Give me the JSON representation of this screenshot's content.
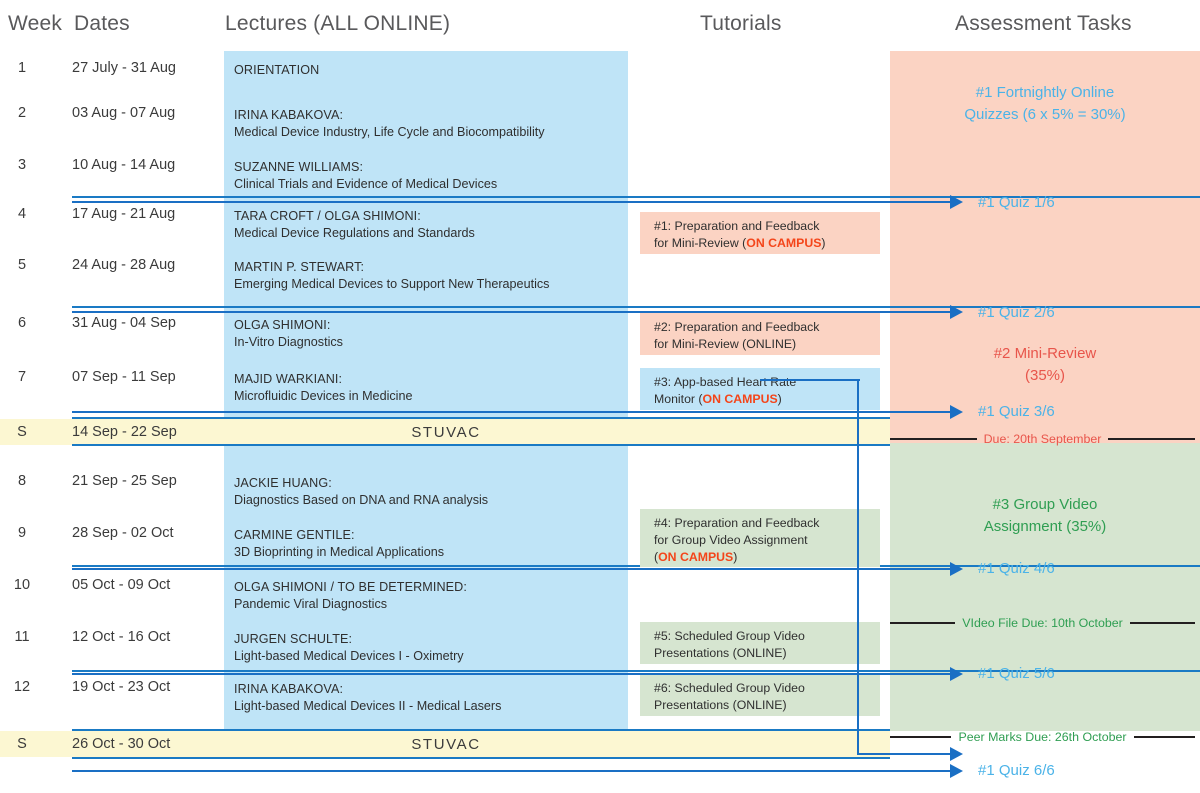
{
  "headers": {
    "week": "Week",
    "dates": "Dates",
    "lectures": "Lectures (ALL ONLINE)",
    "tutorials": "Tutorials",
    "assessment": "Assessment Tasks"
  },
  "rows": [
    {
      "week": "1",
      "dates": "27 July - 31 Aug",
      "lecturer": "ORIENTATION",
      "topic": ""
    },
    {
      "week": "2",
      "dates": "03 Aug - 07 Aug",
      "lecturer": "IRINA KABAKOVA:",
      "topic": "Medical Device Industry, Life Cycle and Biocompatibility"
    },
    {
      "week": "3",
      "dates": "10 Aug - 14 Aug",
      "lecturer": "SUZANNE WILLIAMS:",
      "topic": "Clinical Trials and Evidence of Medical Devices"
    },
    {
      "week": "4",
      "dates": "17 Aug - 21 Aug",
      "lecturer": "TARA CROFT / OLGA SHIMONI:",
      "topic": "Medical Device Regulations and Standards"
    },
    {
      "week": "5",
      "dates": "24 Aug - 28 Aug",
      "lecturer": "MARTIN P. STEWART:",
      "topic": "Emerging Medical Devices to Support New Therapeutics"
    },
    {
      "week": "6",
      "dates": "31 Aug - 04 Sep",
      "lecturer": "OLGA SHIMONI:",
      "topic": "In-Vitro Diagnostics"
    },
    {
      "week": "7",
      "dates": "07 Sep - 11 Sep",
      "lecturer": "MAJID WARKIANI:",
      "topic": "Microfluidic Devices in Medicine"
    },
    {
      "week": "S",
      "dates": "14 Sep - 22 Sep",
      "lecturer": "STUVAC",
      "topic": ""
    },
    {
      "week": "8",
      "dates": "21 Sep - 25 Sep",
      "lecturer": "JACKIE HUANG:",
      "topic": "Diagnostics Based on DNA and RNA analysis"
    },
    {
      "week": "9",
      "dates": "28 Sep - 02 Oct",
      "lecturer": "CARMINE GENTILE:",
      "topic": "3D Bioprinting in Medical Applications"
    },
    {
      "week": "10",
      "dates": "05 Oct - 09 Oct",
      "lecturer": "OLGA SHIMONI / TO BE DETERMINED:",
      "topic": "Pandemic Viral Diagnostics"
    },
    {
      "week": "11",
      "dates": "12 Oct - 16 Oct",
      "lecturer": "JURGEN SCHULTE:",
      "topic": "Light-based Medical Devices I - Oximetry"
    },
    {
      "week": "12",
      "dates": "19 Oct - 23 Oct",
      "lecturer": "IRINA KABAKOVA:",
      "topic": "Light-based Medical Devices II - Medical Lasers"
    },
    {
      "week": "S",
      "dates": "26 Oct - 30 Oct",
      "lecturer": "STUVAC",
      "topic": ""
    }
  ],
  "stuvac_label": "STUVAC",
  "tutorials": [
    {
      "id": "tut-1",
      "line1": "#1: Preparation and Feedback",
      "line2": "for Mini-Review (",
      "mode": "ON CAMPUS",
      "line3": ")",
      "line4": ""
    },
    {
      "id": "tut-2",
      "line1": "#2: Preparation and Feedback",
      "line2": "for Mini-Review (ONLINE)",
      "mode": "",
      "line3": "",
      "line4": ""
    },
    {
      "id": "tut-3",
      "line1": "#3: App-based Heart Rate",
      "line2": "Monitor (",
      "mode": "ON CAMPUS",
      "line3": ")",
      "line4": ""
    },
    {
      "id": "tut-4",
      "line1": "#4: Preparation and Feedback",
      "line2": "for Group Video Assignment",
      "mode": "ON CAMPUS",
      "line3": "(",
      "line4": ")"
    },
    {
      "id": "tut-5",
      "line1": "#5: Scheduled Group Video",
      "line2": "Presentations (ONLINE)",
      "mode": "",
      "line3": "",
      "line4": ""
    },
    {
      "id": "tut-6",
      "line1": "#6: Scheduled Group Video",
      "line2": "Presentations (ONLINE)",
      "mode": "",
      "line3": "",
      "line4": ""
    }
  ],
  "assessments": {
    "task1": {
      "line1": "#1 Fortnightly Online",
      "line2": "Quizzes (6 x 5% = 30%)",
      "color": "#4bb3e8"
    },
    "task2": {
      "line1": "#2 Mini-Review",
      "line2": "(35%)",
      "color": "#e8554b"
    },
    "task3": {
      "line1": "#3 Group Video",
      "line2": "Assignment (35%)",
      "color": "#2f9e52"
    }
  },
  "quizzes": [
    {
      "label": "#1 Quiz 1/6"
    },
    {
      "label": "#1 Quiz 2/6"
    },
    {
      "label": "#1 Quiz 3/6"
    },
    {
      "label": "#1 Quiz 4/6"
    },
    {
      "label": "#1 Quiz 5/6"
    },
    {
      "label": "#1 Quiz 6/6"
    }
  ],
  "due_dates": [
    {
      "id": "due-mini-review",
      "text": "Due: 20th September",
      "color": "#e8554b"
    },
    {
      "id": "due-video-file",
      "text": "VIdeo File Due: 10th October",
      "color": "#2f9e52"
    },
    {
      "id": "due-peer-marks",
      "text": "Peer Marks Due: 26th October",
      "color": "#2f9e52"
    }
  ],
  "colors": {
    "lecture_band": "#bfe4f7",
    "assessment_red": "#fbd3c3",
    "assessment_green": "#d6e5d0",
    "stuvac": "#fcf7d2",
    "arrow_blue": "#1a6fc4",
    "quiz_blue": "#4bb3e8",
    "oncampus_red": "#f4451a"
  }
}
